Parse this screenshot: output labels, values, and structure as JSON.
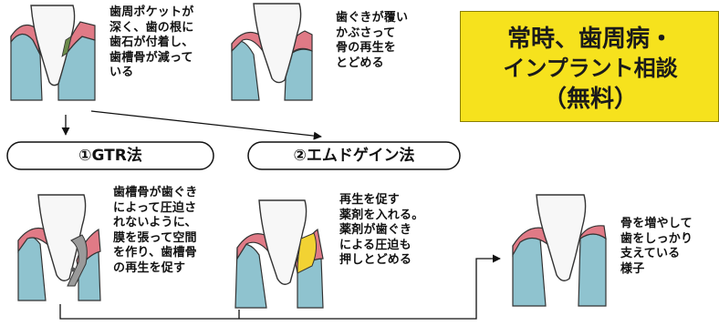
{
  "stages": {
    "s1": "歯周ポケットが\n深く、歯の根に\n歯石が付着し、\n歯槽骨が減って\nいる",
    "s2": "歯ぐきが覆い\nかぶさって\n骨の再生を\nとどめる",
    "s3": "歯槽骨が歯ぐき\nによって圧迫さ\nれないように、\n膜を張って空間\nを作り、歯槽骨\nの再生を促す",
    "s4": "再生を促す\n薬剤を入れる。\n薬剤が歯ぐき\nによる圧迫も\n押しとどめる",
    "s5": "骨を増やして\n歯をしっかり\n支えている\n様子"
  },
  "methods": {
    "gtr": "①GTR法",
    "emd": "②エムドゲイン法"
  },
  "banner": {
    "line1": "常時、歯周病・",
    "line2": "インプラント相談",
    "line3": "（無料）"
  },
  "colors": {
    "bone": "#8fc3cf",
    "gum": "#e07a86",
    "tooth": "#f7f7f7",
    "membrane": "#9a9a9a",
    "agent": "#f2d233",
    "banner": "#f6e21d"
  }
}
